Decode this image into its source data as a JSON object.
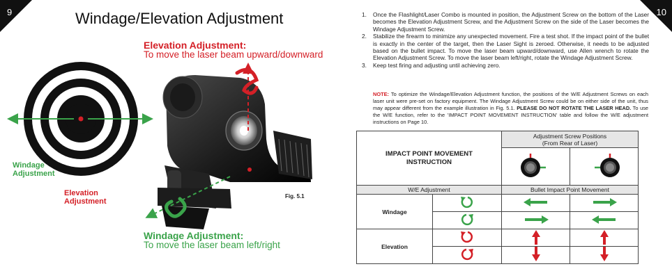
{
  "page": {
    "left_number": "9",
    "right_number": "10",
    "title": "Windage/Elevation Adjustment"
  },
  "figure": {
    "elevation_heading": "Elevation Adjustment:",
    "elevation_text": "To move the laser beam upward/downward",
    "windage_heading": "Windage Adjustment:",
    "windage_text": "To move the laser beam left/right",
    "target_label_windage": [
      "Windage",
      "Adjustment"
    ],
    "target_label_elevation": [
      "Elevation",
      "Adjustment"
    ],
    "caption": "Fig. 5.1"
  },
  "instructions": {
    "steps": [
      {
        "num": "1.",
        "text": "Once the Flashlight/Laser Combo is mounted in position, the Adjustment Screw on the bottom of the Laser becomes the Elevation Adjustment Screw, and the Adjustment Screw on the side of the Laser becomes the Windage Adjustment Screw."
      },
      {
        "num": "2.",
        "text": "Stabilize the firearm to minimize any unexpected movement. Fire a test shot. If the impact point of the bullet is exactly in the center of the target, then the Laser Sight is zeroed. Otherwise, it needs to be adjusted based on the bullet impact. To move the laser beam upward/downward, use Allen wrench to rotate the Elevation Adjustment Screw. To move the laser beam left/right, rotate the Windage Adjustment Screw."
      },
      {
        "num": "3.",
        "text": "Keep test firing and adjusting until achieving zero."
      }
    ],
    "note_label": "NOTE:",
    "note_text_1": " To optimize the Windage/Elevation Adjustment function, the positions of the W/E Adjustment Screws on each laser unit were pre-set on factory equipment.  The Windage Adjustment Screw could be on either side of the unit, thus may appear different from the example illustration in Fig. 5.1. ",
    "note_bold": "PLEASE DO NOT ROTATE THE LASER HEAD.",
    "note_text_2": " To use the W/E function, refer to the 'IMPACT POINT MOVEMENT INSTRUCTION' table and follow the W/E adjustment instructions on Page 10."
  },
  "table": {
    "title": "IMPACT POINT MOVEMENT INSTRUCTION",
    "positions_header": "Adjustment Screw Positions",
    "positions_sub": "(From Rear of Laser)",
    "we_header": "W/E Adjustment",
    "impact_header": "Bullet Impact Point Movement",
    "rows": [
      {
        "label": "Windage",
        "rotations": [
          "counterclockwise",
          "clockwise"
        ],
        "col1": [
          "left",
          "right"
        ],
        "col2": [
          "right",
          "left"
        ]
      },
      {
        "label": "Elevation",
        "rotations": [
          "counterclockwise",
          "clockwise"
        ],
        "col1": [
          "up",
          "down"
        ],
        "col2": [
          "up",
          "down"
        ]
      }
    ]
  },
  "colors": {
    "green": "#3aa34a",
    "red": "#d42027",
    "black": "#111111",
    "header_grey": "#e6e6e6"
  }
}
